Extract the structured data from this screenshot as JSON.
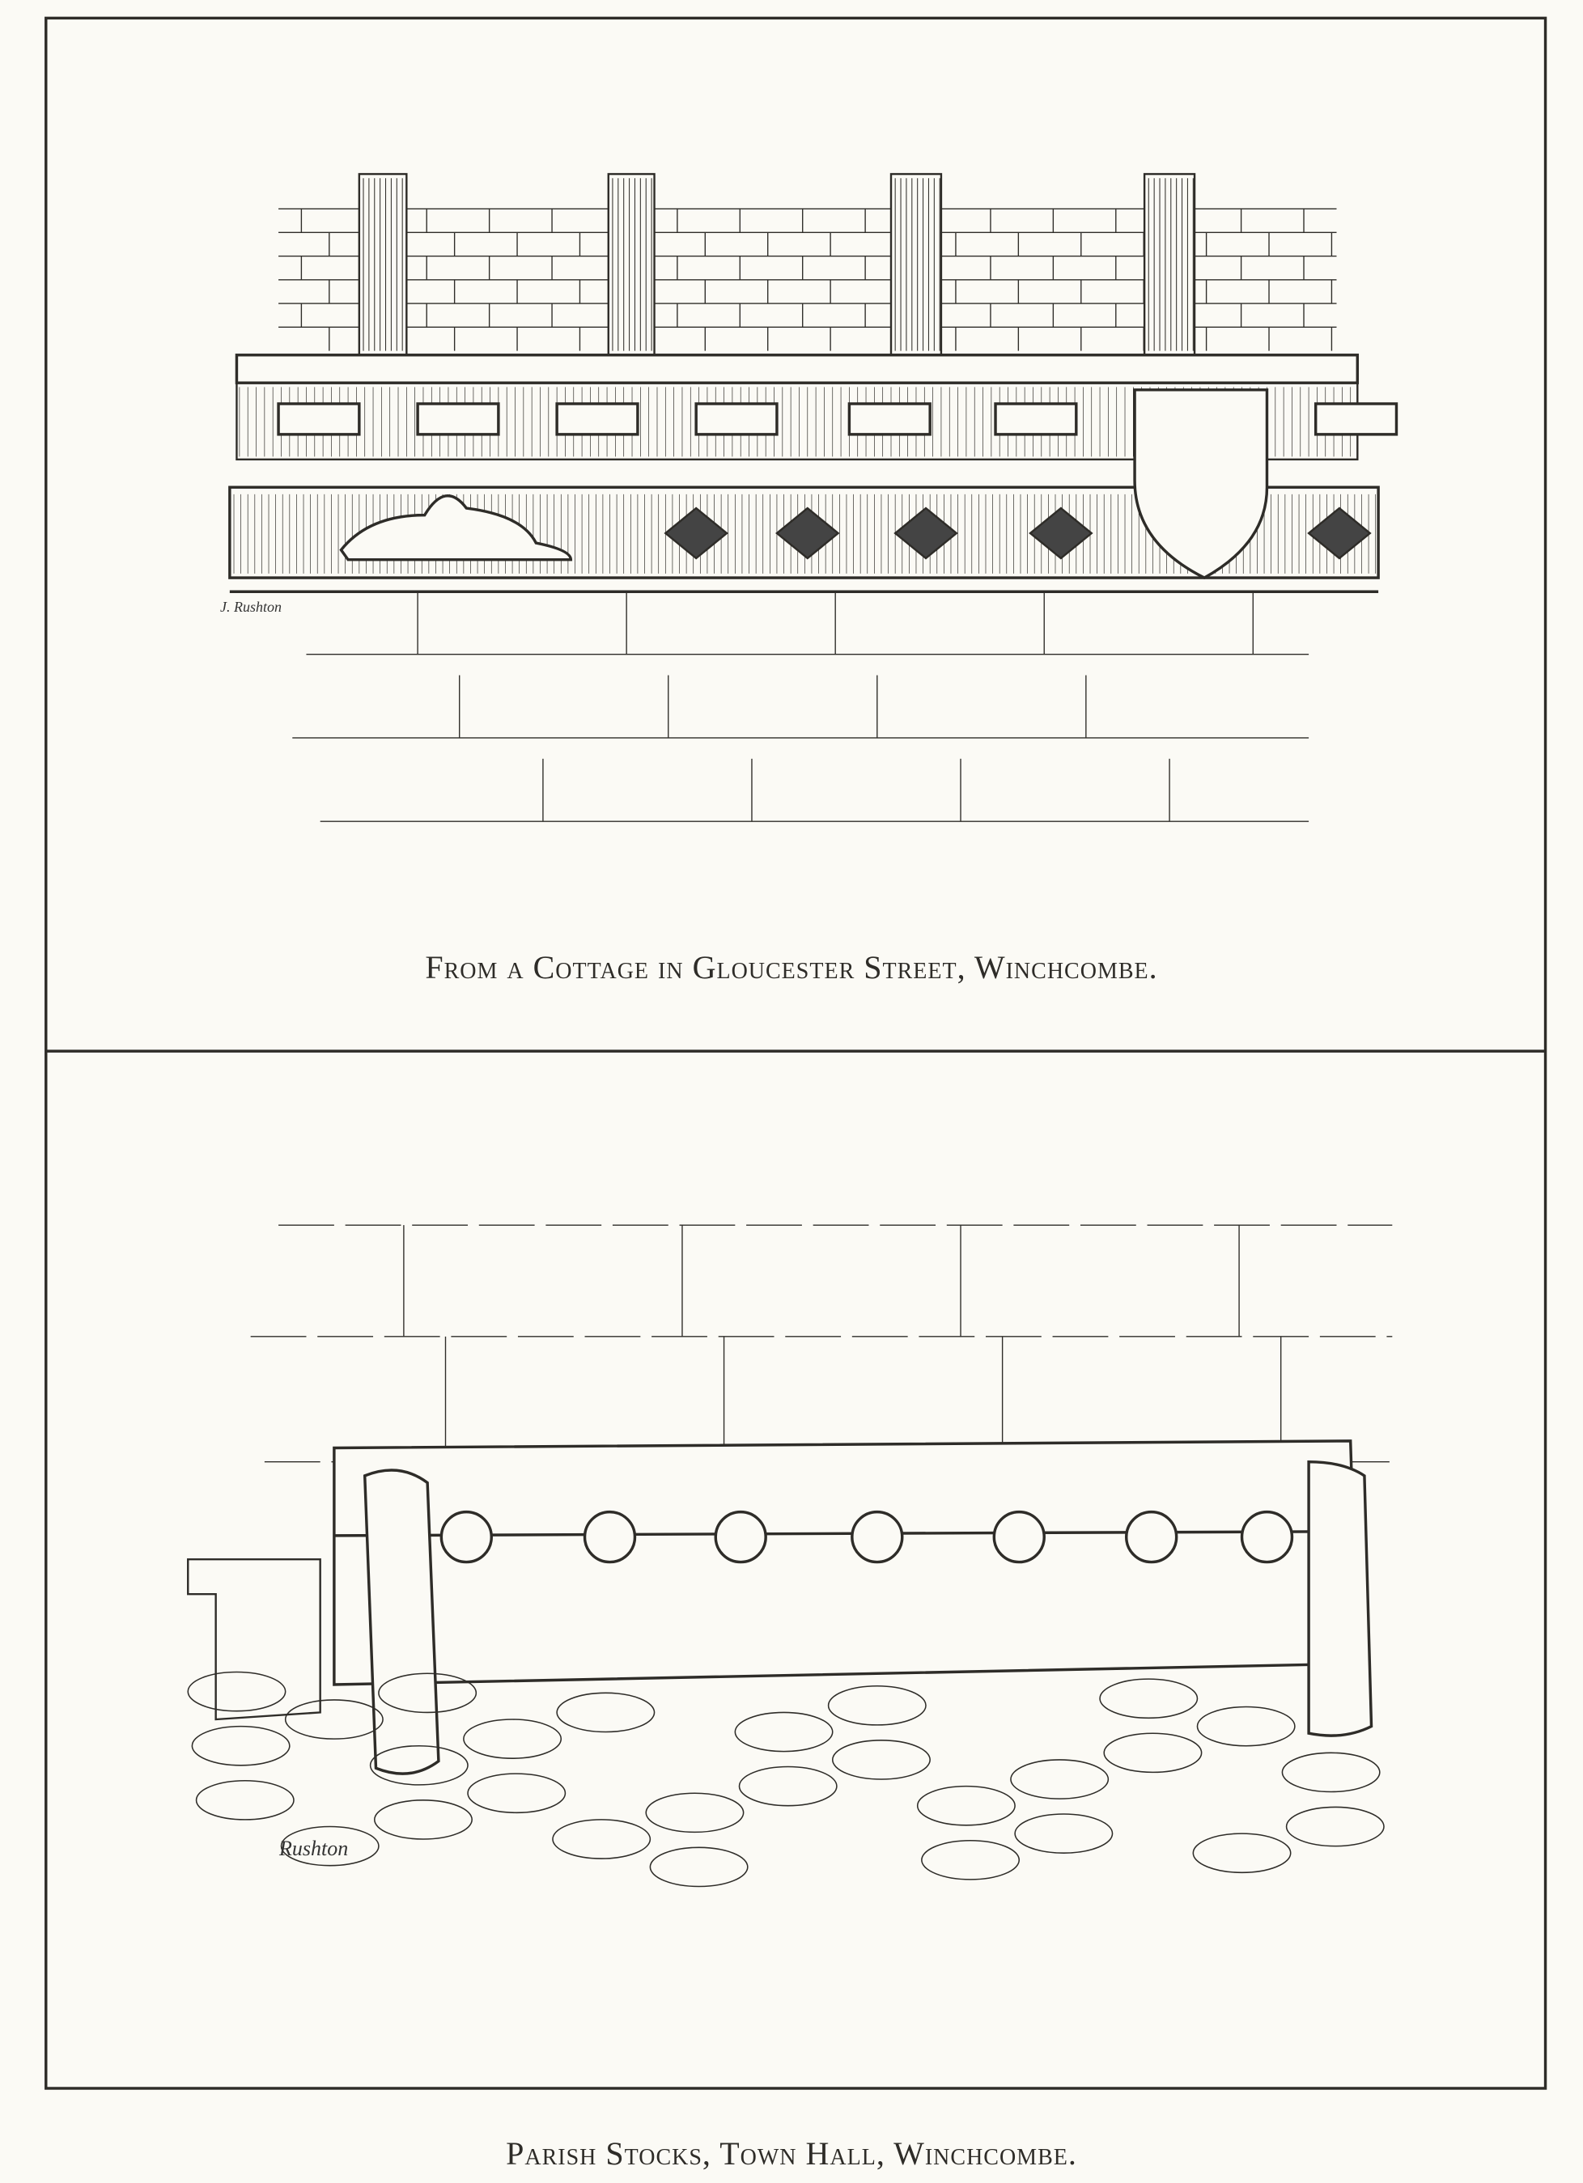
{
  "plates": [
    {
      "caption": "From a Cottage in Gloucester Street, Winchcombe.",
      "signature": "J. Rushton"
    },
    {
      "caption": "Parish Stocks, Town Hall, Winchcombe.",
      "signature": "Rushton"
    }
  ],
  "colors": {
    "paper": "#fbfaf5",
    "ink": "#2e2c28"
  }
}
